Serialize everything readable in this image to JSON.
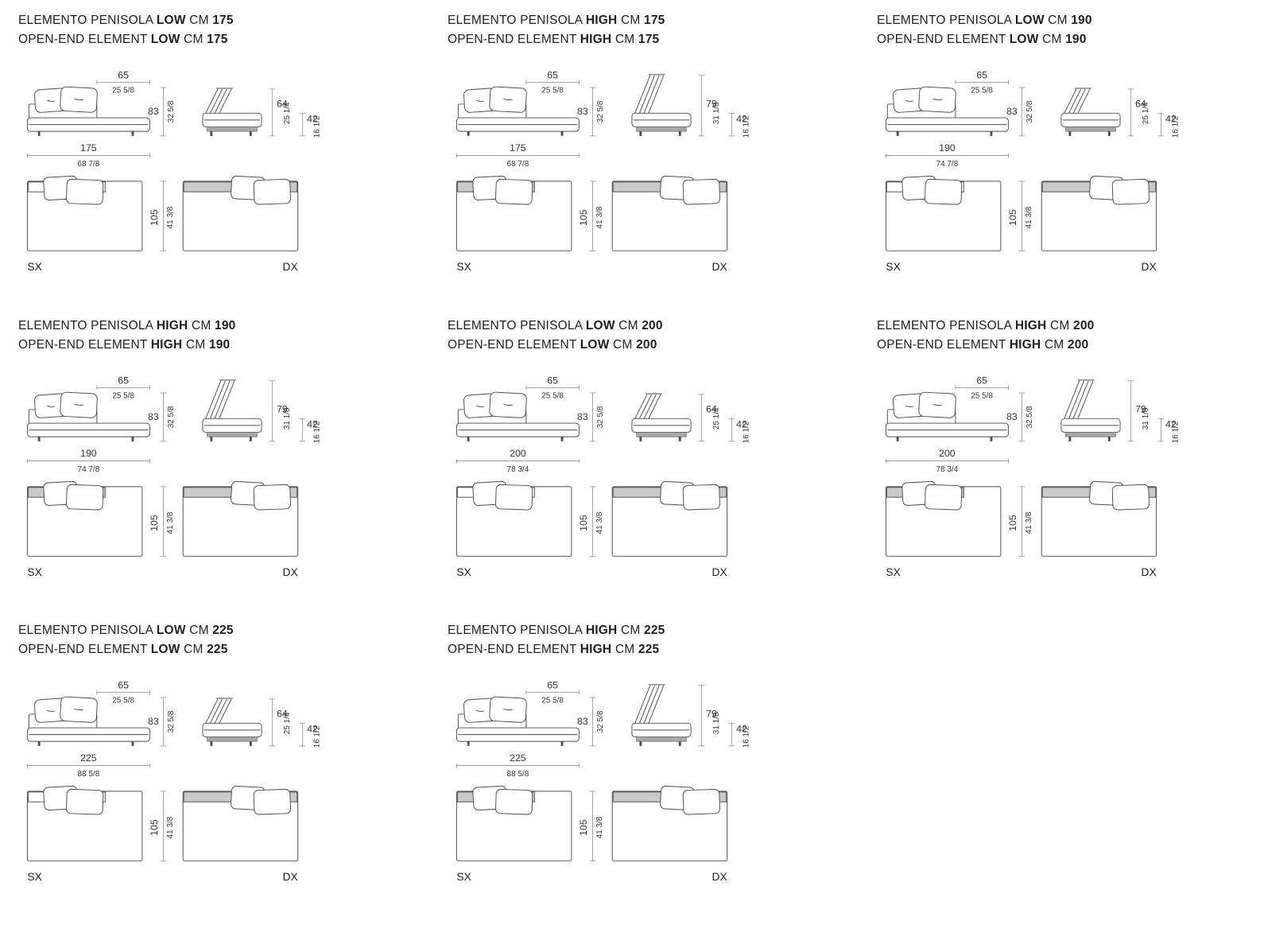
{
  "labels": {
    "title_it_prefix": "ELEMENTO PENISOLA",
    "title_en_prefix": "OPEN-END ELEMENT",
    "cm": "CM",
    "sx": "SX",
    "dx": "DX"
  },
  "shared_dims": {
    "seat_width_cm": "65",
    "seat_width_in": "25 5/8",
    "height_cm": "83",
    "height_in": "32 5/8",
    "depth_cm": "105",
    "depth_in": "41 3/8",
    "seat_height_cm": "42",
    "seat_height_in": "16 1/2"
  },
  "panels": [
    {
      "variant": "low",
      "variant_label": "LOW",
      "size_cm": "175",
      "width_cm": "175",
      "width_in": "68 7/8",
      "arm_height_cm": "64",
      "arm_height_in": "25 1/4"
    },
    {
      "variant": "high",
      "variant_label": "HIGH",
      "size_cm": "175",
      "width_cm": "175",
      "width_in": "68 7/8",
      "arm_height_cm": "79",
      "arm_height_in": "31 1/8"
    },
    {
      "variant": "low",
      "variant_label": "LOW",
      "size_cm": "190",
      "width_cm": "190",
      "width_in": "74 7/8",
      "arm_height_cm": "64",
      "arm_height_in": "25 1/4"
    },
    {
      "variant": "high",
      "variant_label": "HIGH",
      "size_cm": "190",
      "width_cm": "190",
      "width_in": "74 7/8",
      "arm_height_cm": "79",
      "arm_height_in": "31 1/8"
    },
    {
      "variant": "low",
      "variant_label": "LOW",
      "size_cm": "200",
      "width_cm": "200",
      "width_in": "78 3/4",
      "arm_height_cm": "64",
      "arm_height_in": "25 1/4"
    },
    {
      "variant": "high",
      "variant_label": "HIGH",
      "size_cm": "200",
      "width_cm": "200",
      "width_in": "78 3/4",
      "arm_height_cm": "79",
      "arm_height_in": "31 1/8"
    },
    {
      "variant": "low",
      "variant_label": "LOW",
      "size_cm": "225",
      "width_cm": "225",
      "width_in": "88 5/8",
      "arm_height_cm": "64",
      "arm_height_in": "25 1/4"
    },
    {
      "variant": "high",
      "variant_label": "HIGH",
      "size_cm": "225",
      "width_cm": "225",
      "width_in": "88 5/8",
      "arm_height_cm": "79",
      "arm_height_in": "31 1/8"
    }
  ]
}
